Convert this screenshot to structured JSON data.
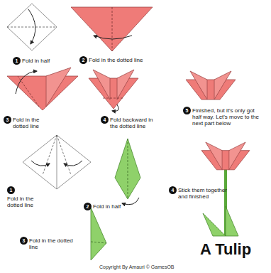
{
  "diagram": {
    "title": "A Tulip",
    "labels": [
      "1",
      "Fold in half",
      "2",
      "Fold in the dotted line",
      "3",
      "Fold in the dotted line",
      "4",
      "Fold backward in the dotted line",
      "5",
      "Finished, but it's only got half way. Let's move to the next part below",
      "1",
      "Fold in the dotted line",
      "2",
      "Fold in half",
      "3",
      "Fold in the dotted line",
      "4",
      "Stick them together and finished",
      "Copyright By Amauri © GamesOB"
    ]
  }
}
